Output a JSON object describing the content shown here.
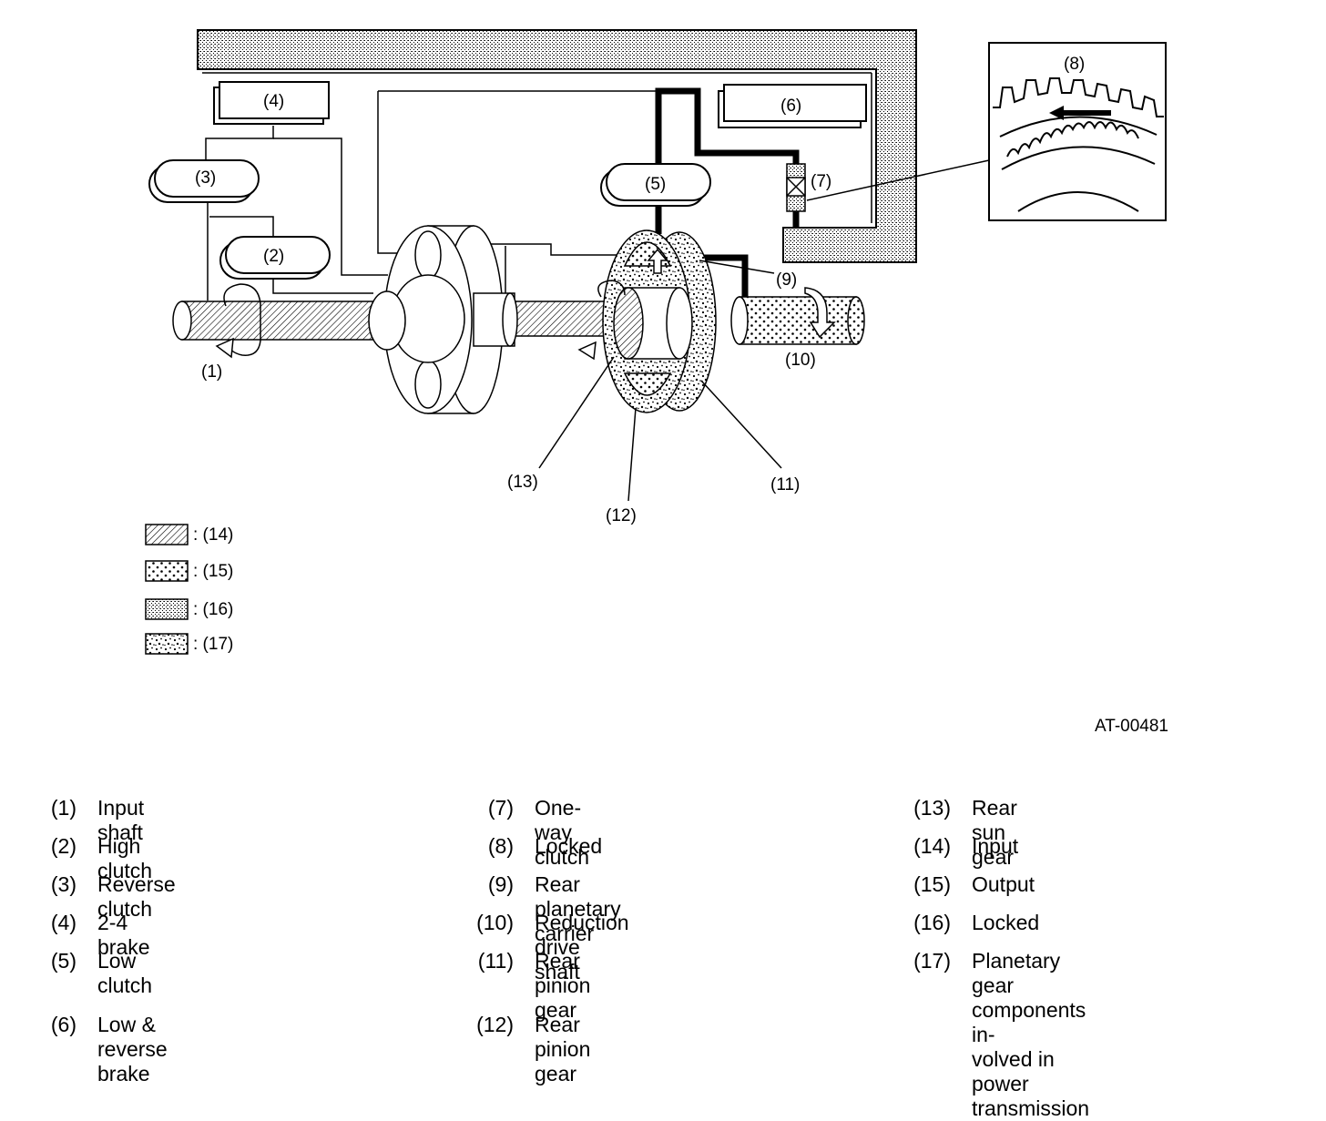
{
  "diagram": {
    "labels": {
      "c1": "(1)",
      "c2": "(2)",
      "c3": "(3)",
      "c4": "(4)",
      "c5": "(5)",
      "c6": "(6)",
      "c7": "(7)",
      "c8": "(8)",
      "c9": "(9)",
      "c10": "(10)",
      "c11": "(11)",
      "c12": "(12)",
      "c13": "(13)"
    },
    "figure_id": "AT-00481"
  },
  "swatch_legend": [
    {
      "label": ": (14)",
      "pattern": "diagonal-hatch"
    },
    {
      "label": ": (15)",
      "pattern": "star-dots"
    },
    {
      "label": ": (16)",
      "pattern": "fine-stipple"
    },
    {
      "label": ": (17)",
      "pattern": "coarse-stipple"
    }
  ],
  "key": {
    "col1": [
      {
        "num": "(1)",
        "desc": "Input shaft"
      },
      {
        "num": "(2)",
        "desc": "High clutch"
      },
      {
        "num": "(3)",
        "desc": "Reverse clutch"
      },
      {
        "num": "(4)",
        "desc": "2-4 brake"
      },
      {
        "num": "(5)",
        "desc": "Low clutch"
      },
      {
        "num": "(6)",
        "desc": "Low & reverse brake"
      }
    ],
    "col2": [
      {
        "num": "(7)",
        "desc": "One-way clutch"
      },
      {
        "num": "(8)",
        "desc": "Locked"
      },
      {
        "num": "(9)",
        "desc": "Rear planetary carrier"
      },
      {
        "num": "(10)",
        "desc": "Reduction drive shaft"
      },
      {
        "num": "(11)",
        "desc": "Rear pinion gear"
      },
      {
        "num": "(12)",
        "desc": "Rear pinion gear"
      }
    ],
    "col3": [
      {
        "num": "(13)",
        "desc": "Rear sun gear"
      },
      {
        "num": "(14)",
        "desc": "Input"
      },
      {
        "num": "(15)",
        "desc": "Output"
      },
      {
        "num": "(16)",
        "desc": "Locked"
      },
      {
        "num": "(17)",
        "desc": "Planetary gear components in-\nvolved in power transmission"
      }
    ]
  }
}
